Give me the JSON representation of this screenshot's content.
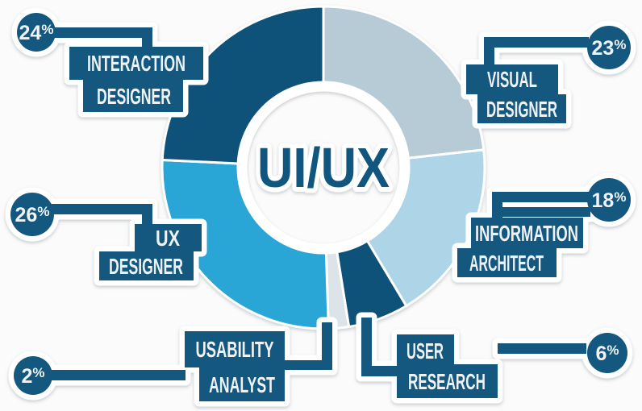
{
  "chart_data": {
    "type": "pie",
    "variant": "donut",
    "title": "UI/UX",
    "center_label": "UI/UX",
    "percent_symbol": "%",
    "unit": "%",
    "layout": {
      "start_angle_deg": 0,
      "direction": "clockwise",
      "donut_hole": true,
      "legend": "callout labels with percent badges",
      "grid": false
    },
    "colors": {
      "navy_ink": "#14587f",
      "navy_slice": "#0e527a",
      "halo": "#ffffff",
      "center_label_color": "#11567e",
      "background": "#fbfbfb"
    },
    "slices": [
      {
        "label": "Visual Designer",
        "lines": [
          "VISUAL",
          "DESIGNER"
        ],
        "value": 23,
        "color": "#b7cbd7"
      },
      {
        "label": "Information Architect",
        "lines": [
          "INFORMATION",
          "ARCHITECT"
        ],
        "value": 18,
        "color": "#aed4e8"
      },
      {
        "label": "User Research",
        "lines": [
          "USER",
          "RESEARCH"
        ],
        "value": 6,
        "color": "#0e527a"
      },
      {
        "label": "Usability Analyst",
        "lines": [
          "USABILITY",
          "ANALYST"
        ],
        "value": 2,
        "color": "#dce4ea"
      },
      {
        "label": "UX Designer",
        "lines": [
          "UX",
          "DESIGNER"
        ],
        "value": 26,
        "color": "#29a5d6"
      },
      {
        "label": "Interaction Designer",
        "lines": [
          "INTERACTION",
          "DESIGNER"
        ],
        "value": 24,
        "color": "#0e527a"
      }
    ]
  }
}
